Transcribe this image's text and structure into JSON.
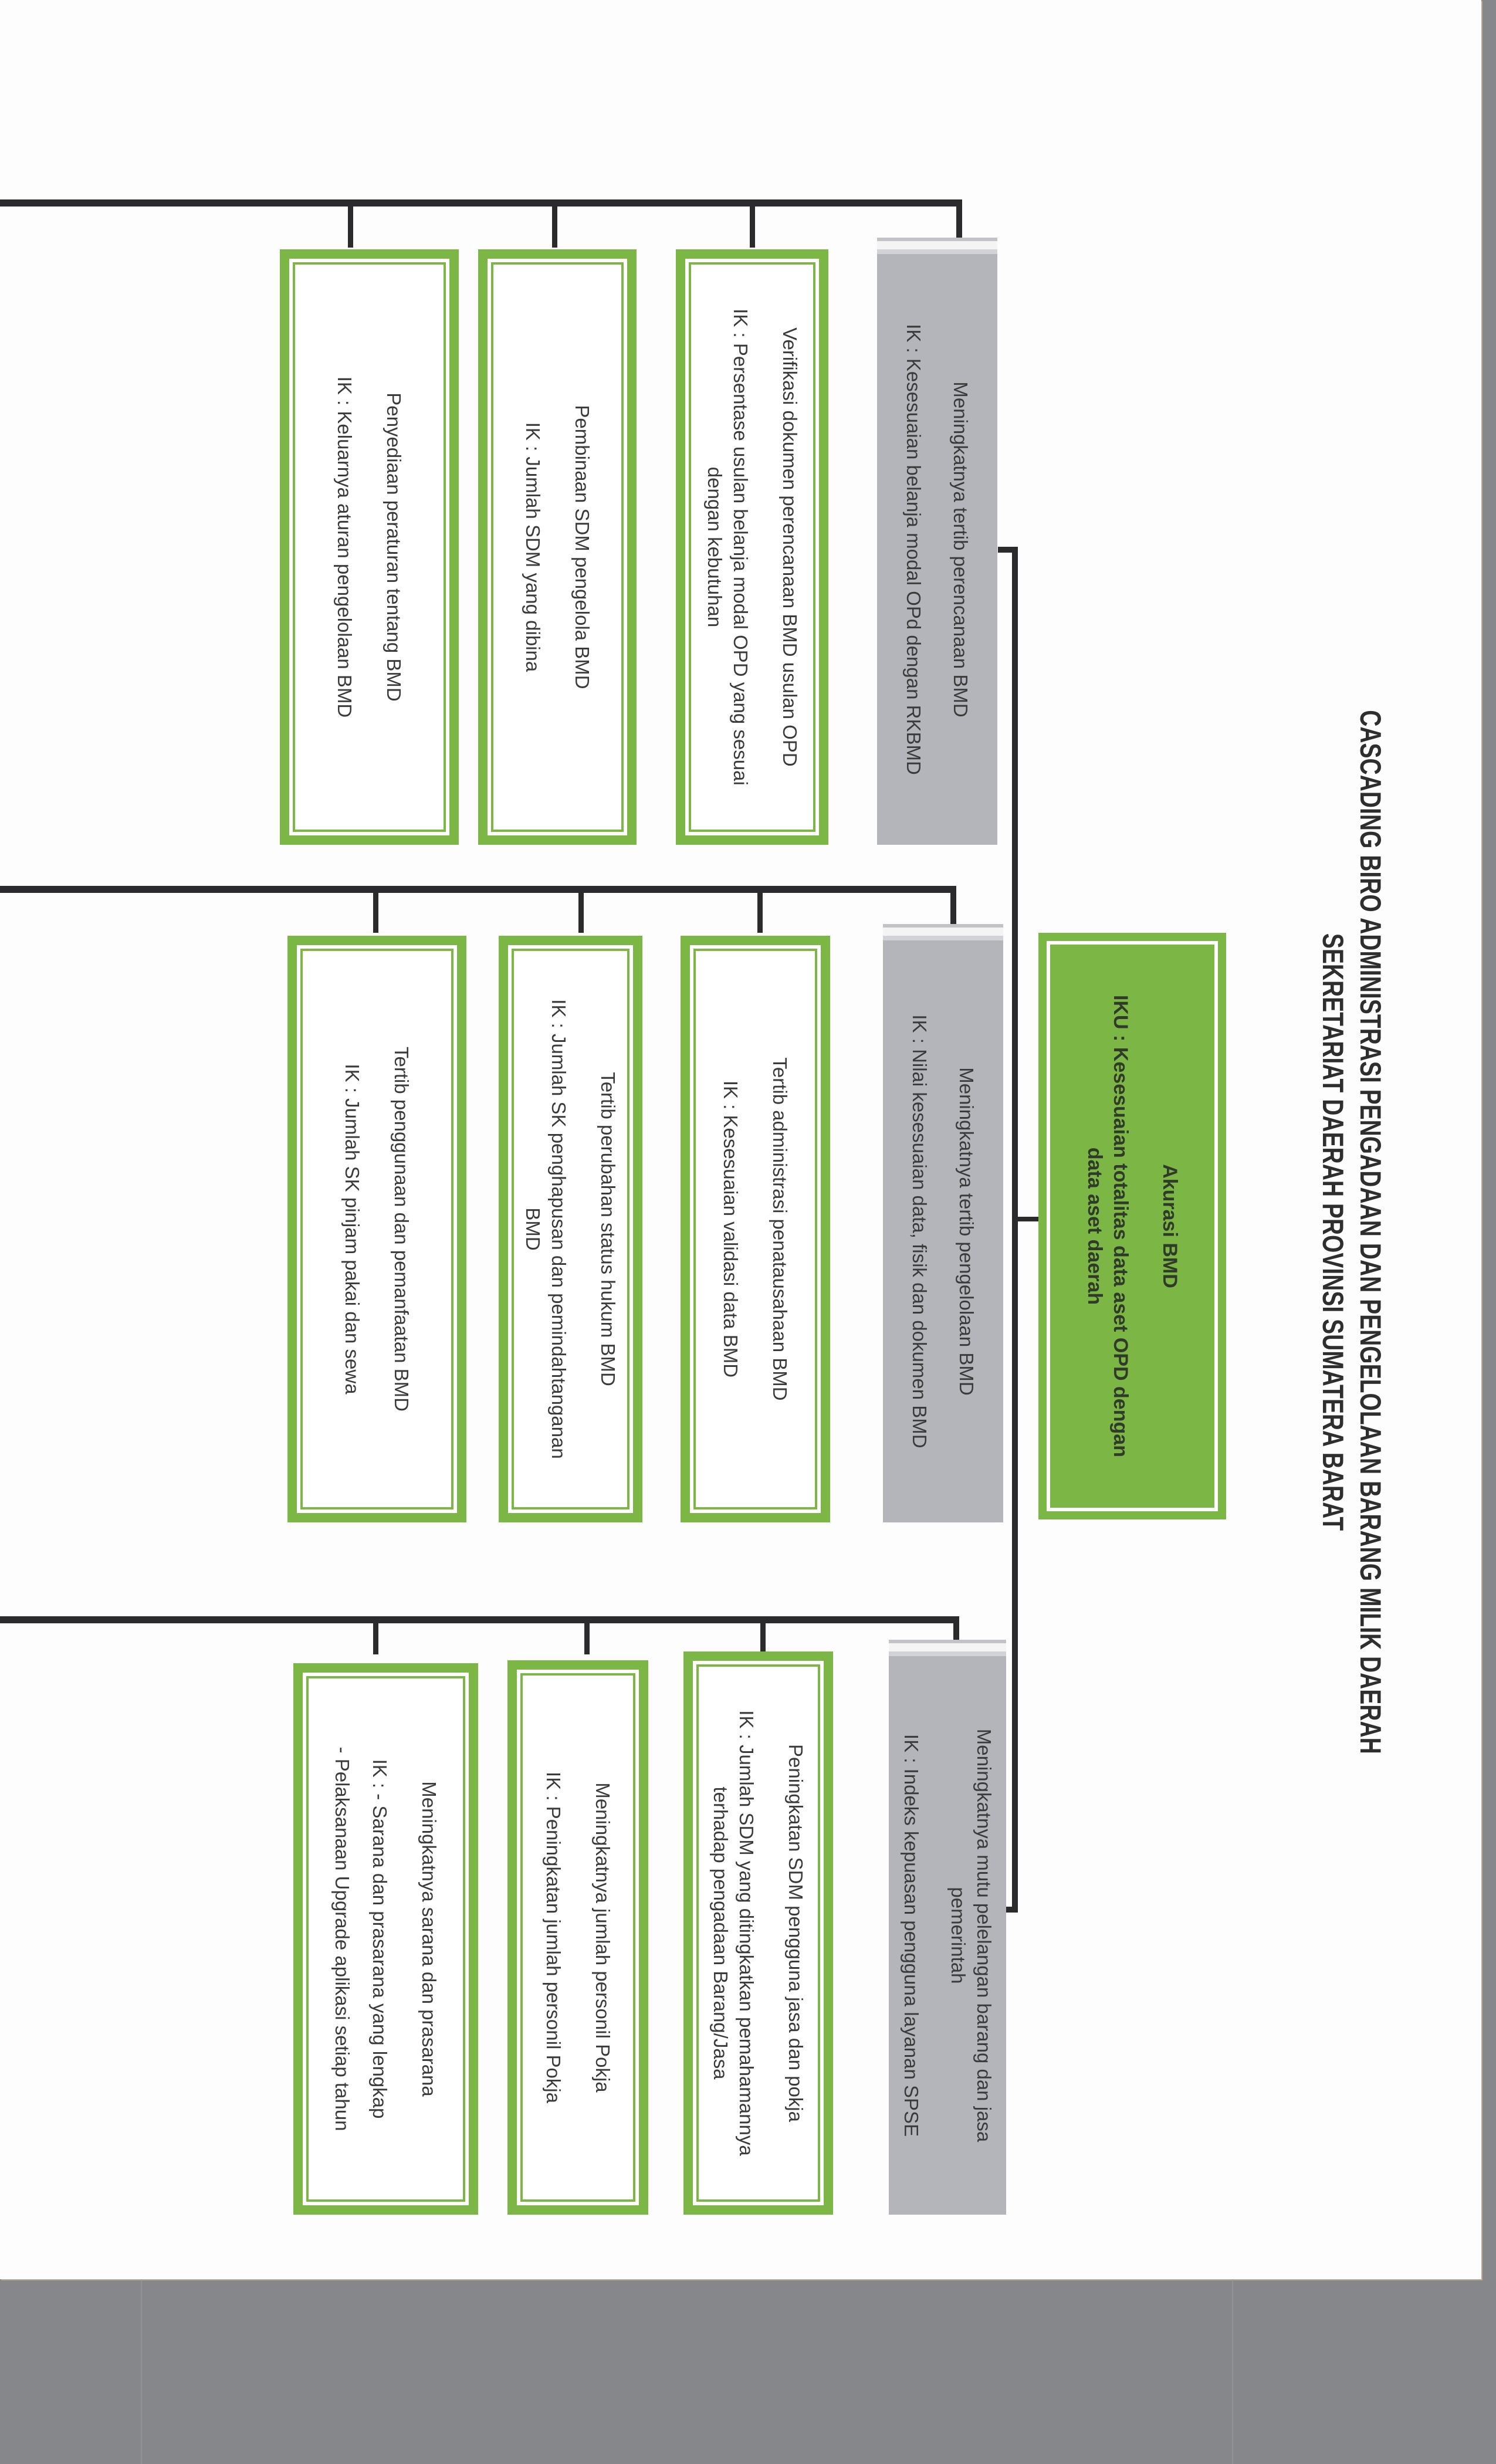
{
  "document": {
    "title_line1": "CASCADING BIRO ADMINISTRASI PENGADAAN DAN PENGELOLAAN BARANG MILIK DAERAH",
    "title_line2": "SEKRETARIAT DAERAH PROVINSI SUMATERA BARAT",
    "orientation": "rotated 90° clockwise"
  },
  "colors": {
    "root_fill": "#7cb645",
    "child_border": "#7cb645",
    "header_fill": "#b4b5ba",
    "connector": "#2b2b2e",
    "scanner_background": "#85878b"
  },
  "root": {
    "heading": "Akurasi BMD",
    "indicator": "IKU : Kesesuaian totalitas data aset OPD dengan data aset daerah"
  },
  "columns": [
    {
      "header": {
        "heading": "Meningkatnya tertib perencanaan BMD",
        "indicator": "IK : Kesesuaian belanja modal OPd dengan RKBMD"
      },
      "items": [
        {
          "heading": "Verifikasi dokumen perencanaan BMD usulan OPD",
          "indicator": "IK : Persentase usulan belanja modal OPD yang sesuai dengan kebutuhan"
        },
        {
          "heading": "Pembinaan SDM pengelola BMD",
          "indicator": "IK : Jumlah SDM yang dibina"
        },
        {
          "heading": "Penyediaan peraturan tentang BMD",
          "indicator": "IK : Keluarnya aturan pengelolaan BMD"
        }
      ]
    },
    {
      "header": {
        "heading": "Meningkatnya tertib pengelolaan BMD",
        "indicator": "IK : Nilai kesesuaian data, fisik dan dokumen BMD"
      },
      "items": [
        {
          "heading": "Tertib administrasi penatausahaan BMD",
          "indicator": "IK : Kesesuaian validasi data BMD"
        },
        {
          "heading": "Tertib perubahan status hukum BMD",
          "indicator": "IK : Jumlah SK penghapusan dan pemindahtanganan BMD"
        },
        {
          "heading": "Tertib penggunaan dan pemanfaatan BMD",
          "indicator": "IK : Jumlah SK pinjam pakai dan sewa"
        }
      ]
    },
    {
      "header": {
        "heading": "Meningkatnya mutu pelelangan barang dan jasa pemerintah",
        "indicator": "IK : Indeks kepuasan pengguna layanan SPSE"
      },
      "items": [
        {
          "heading": "Peningkatan SDM pengguna jasa dan pokja",
          "indicator": "IK : Jumlah SDM yang ditingkatkan pemahamannya terhadap pengadaan Barang/Jasa"
        },
        {
          "heading": "Meningkatnya jumlah personil Pokja",
          "indicator": "IK : Peningkatan jumlah personil Pokja"
        },
        {
          "heading": "Meningkatnya sarana dan prasarana",
          "indicator": "IK : - Sarana dan prasarana yang lengkap",
          "indicator_line2": "- Pelaksanaan Upgrade aplikasi setiap tahun"
        }
      ]
    }
  ]
}
